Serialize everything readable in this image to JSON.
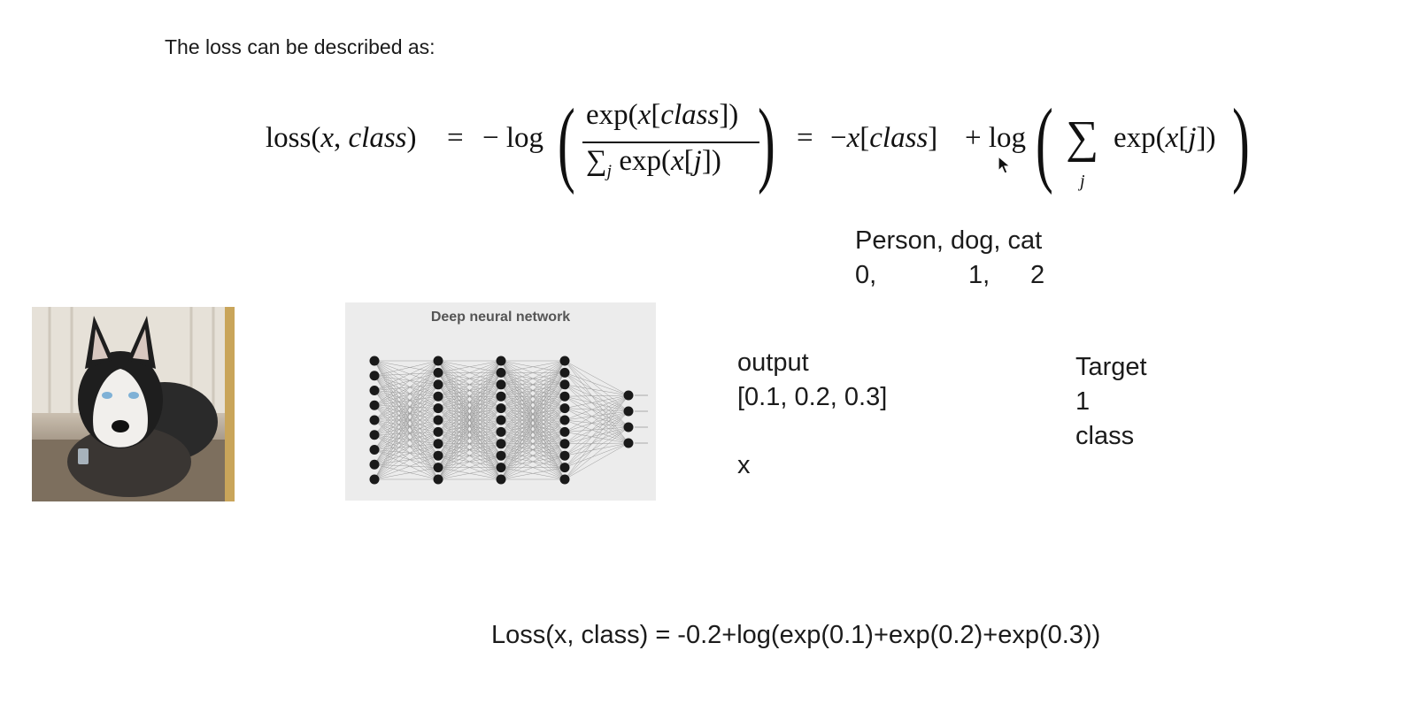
{
  "intro_text": "The loss can be described as:",
  "formula": {
    "lhs_fn": "loss",
    "x": "x",
    "class": "class",
    "equals": "=",
    "minus_log": "− log",
    "exp": "exp",
    "sum_sub": "j",
    "j": "j",
    "plus_log": "+ log"
  },
  "notes": {
    "classes_line": "Person, dog, cat",
    "index_0": "0,",
    "index_1": "1,",
    "index_2": "2",
    "output_label": "output",
    "output_value": "[0.1, 0.2, 0.3]",
    "x_label": "x",
    "target_label": "Target",
    "target_value": "1",
    "class_label": "class",
    "loss_example": "Loss(x, class) = -0.2+log(exp(0.1)+exp(0.2)+exp(0.3))"
  },
  "nn_figure": {
    "title": "Deep neural network",
    "layer_nodes": [
      9,
      11,
      11,
      11,
      4
    ]
  },
  "colors": {
    "text": "#111111",
    "node": "#1a1a1a",
    "edge": "#9a9a9a",
    "figure_bg": "#ececec"
  }
}
